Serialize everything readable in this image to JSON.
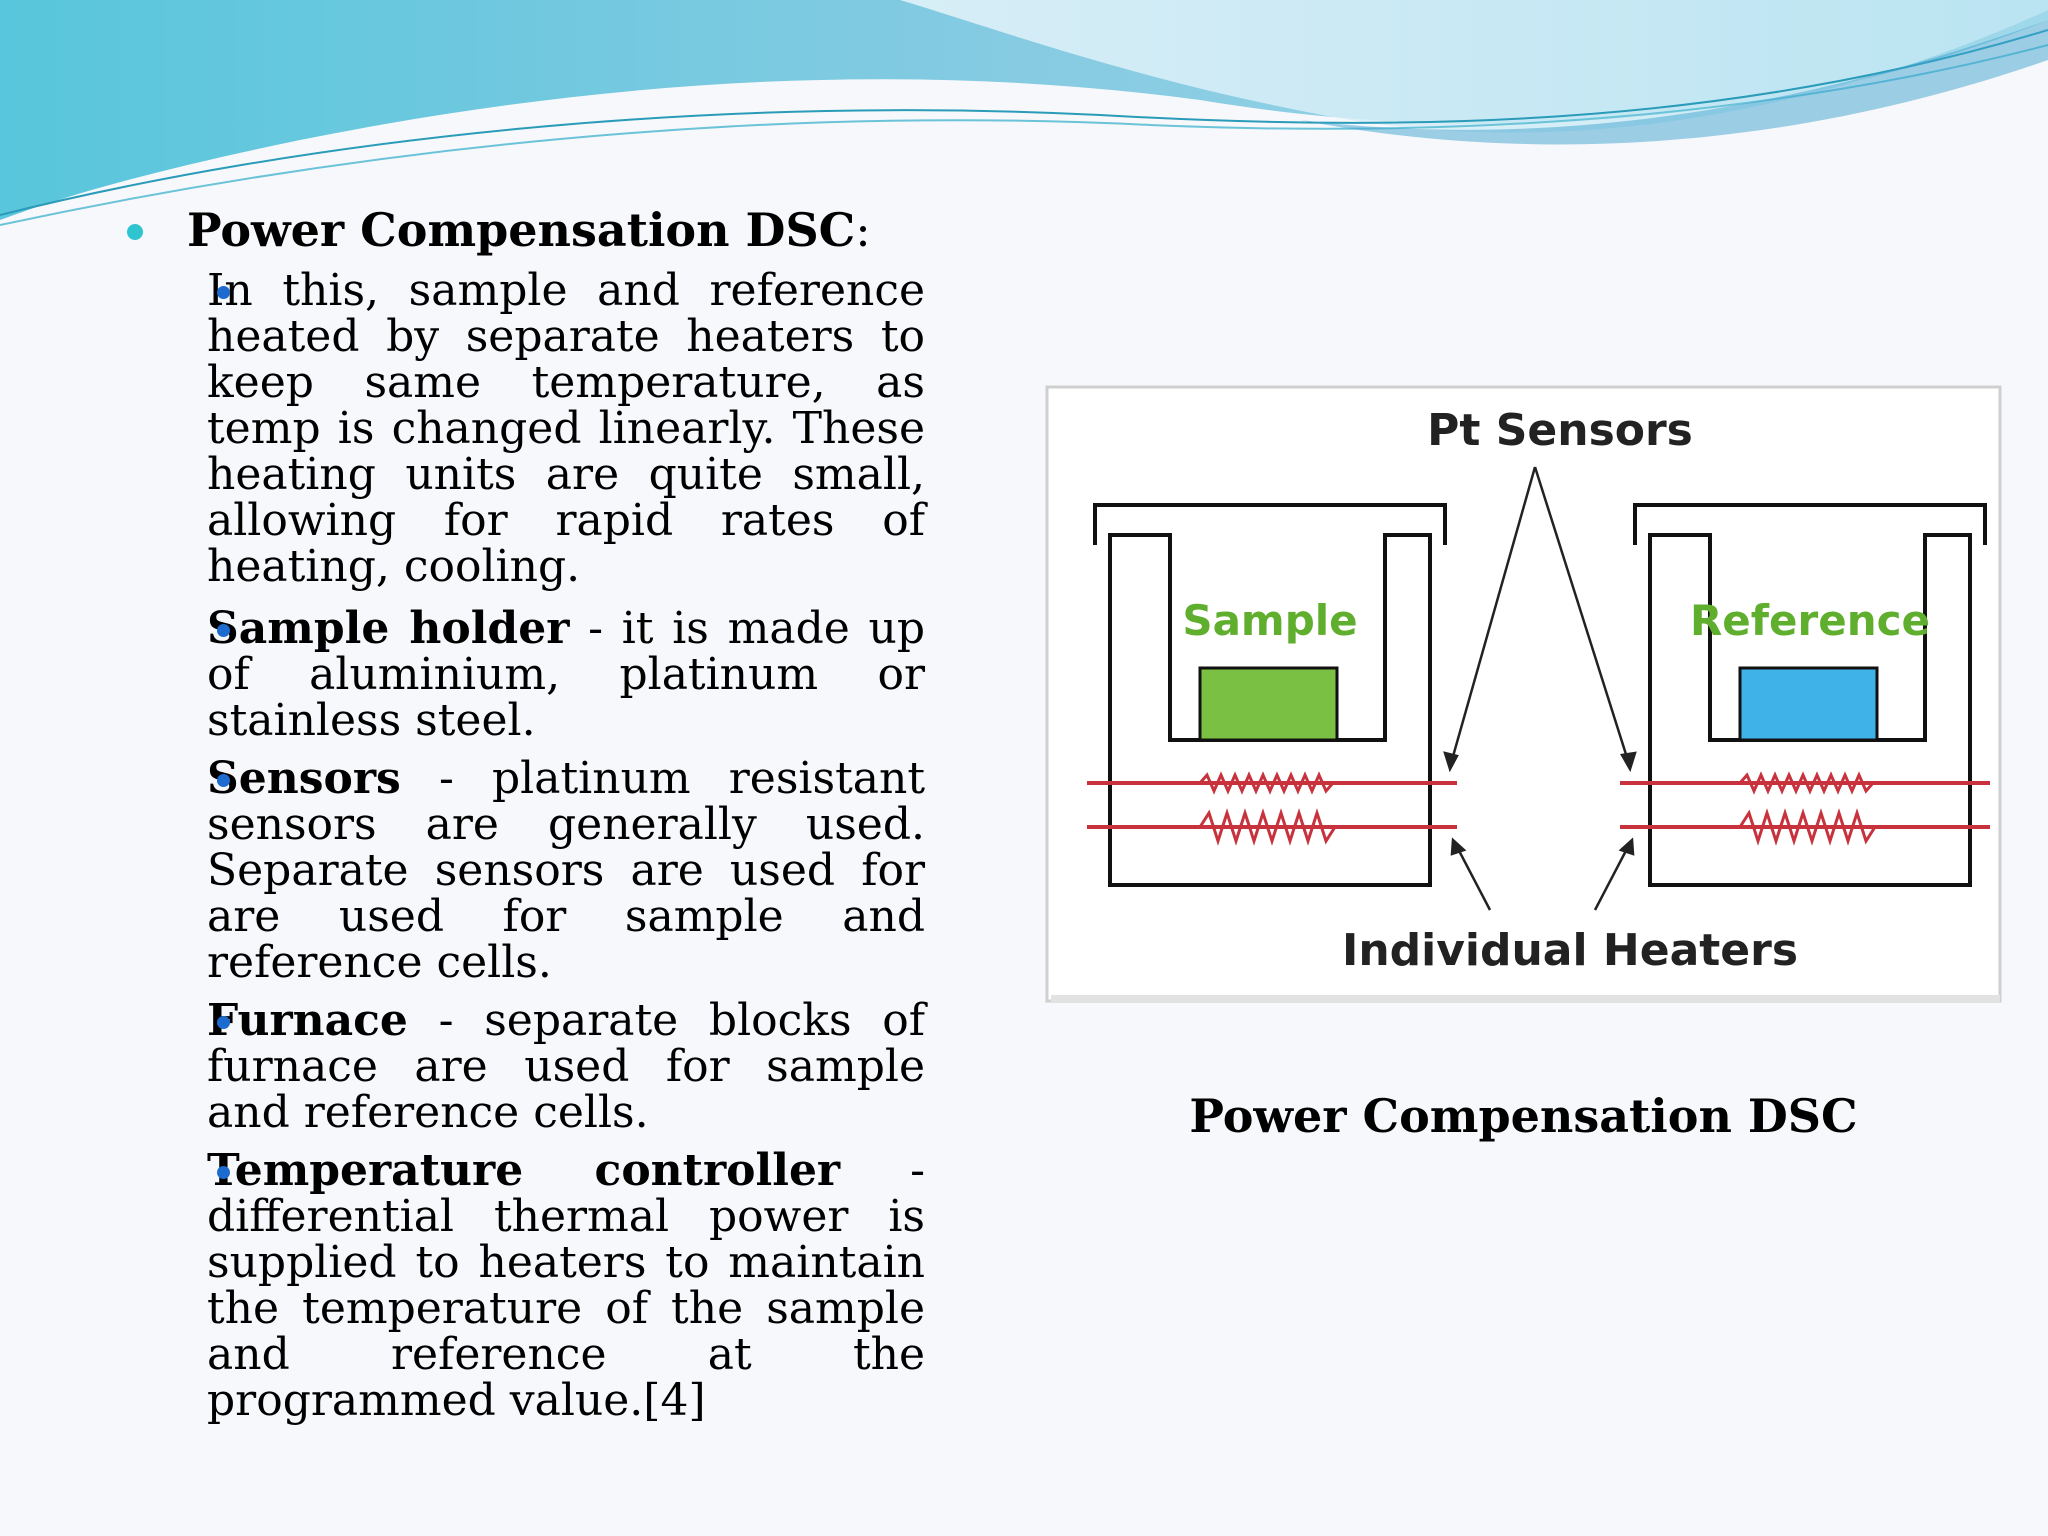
{
  "slide": {
    "colors": {
      "bullet_main": "#2ec4d0",
      "bullet_sub": "#1e6bd0",
      "sample_fill": "#7ac143",
      "reference_fill": "#3fb2e8",
      "heater": "#c8323c",
      "label_green": "#5fae2e"
    },
    "main_bullet": {
      "title": "Power Compensation DSC",
      "colon": ":"
    },
    "items": [
      {
        "bold": "",
        "sep": "",
        "text": "In this, sample and reference heated by separate heaters to keep same temperature, as temp is changed linearly. These heating units are quite small, allowing for rapid rates of heating, cooling."
      },
      {
        "bold": "Sample holder",
        "sep": " - ",
        "text": "it is made up of aluminium, platinum or stainless steel."
      },
      {
        "bold": "Sensors",
        "sep": " - ",
        "text": "platinum resistant sensors are generally used. Separate sensors are used for are used for sample and reference cells."
      },
      {
        "bold": "Furnace",
        "sep": " - ",
        "text": "separate blocks of furnace are used for sample and reference cells."
      },
      {
        "bold": "Temperature controller",
        "sep": " - ",
        "text": "differential thermal power is supplied to heaters to maintain the temperature of the sample and reference at the programmed value.[4]"
      }
    ],
    "diagram": {
      "pt_sensors_label": "Pt Sensors",
      "sample_label": "Sample",
      "reference_label": "Reference",
      "heaters_label": "Individual Heaters"
    },
    "caption": "Power Compensation DSC"
  }
}
